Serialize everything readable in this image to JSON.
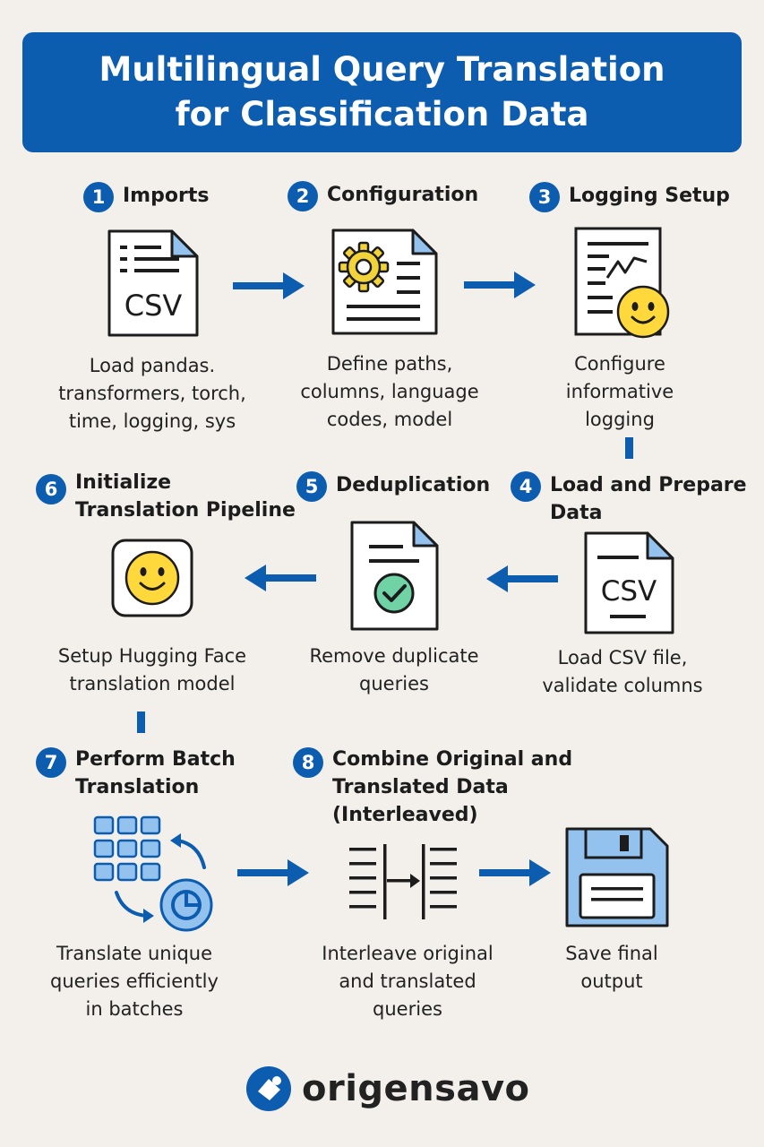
{
  "header": {
    "title_line1": "Multilingual Query Translation",
    "title_line2": "for Classification Data"
  },
  "steps": [
    {
      "number": "1",
      "title_lines": [
        "Imports"
      ],
      "desc_lines": [
        "Load pandas.",
        "transformers, torch,",
        "time, logging, sys"
      ],
      "icon": "csv-file-icon",
      "icon_text": "CSV"
    },
    {
      "number": "2",
      "title_lines": [
        "Configuration"
      ],
      "desc_lines": [
        "Define paths,",
        "columns, language",
        "codes, model"
      ],
      "icon": "config-gear-document-icon"
    },
    {
      "number": "3",
      "title_lines": [
        "Logging Setup"
      ],
      "desc_lines": [
        "Configure",
        "informative",
        "logging"
      ],
      "icon": "log-chart-document-icon"
    },
    {
      "number": "4",
      "title_lines": [
        "Load and Prepare",
        "Data"
      ],
      "desc_lines": [
        "Load CSV file,",
        "validate columns"
      ],
      "icon": "csv-file-icon",
      "icon_text": "CSV"
    },
    {
      "number": "5",
      "title_lines": [
        "Deduplication"
      ],
      "desc_lines": [
        "Remove duplicate",
        "queries"
      ],
      "icon": "checked-document-icon"
    },
    {
      "number": "6",
      "title_lines": [
        "Initialize",
        "Translation Pipeline"
      ],
      "desc_lines": [
        "Setup Hugging Face",
        "translation model"
      ],
      "icon": "hugging-face-icon"
    },
    {
      "number": "7",
      "title_lines": [
        "Perform Batch",
        "Translation"
      ],
      "desc_lines": [
        "Translate unique",
        "queries efficiently",
        "in batches"
      ],
      "icon": "batch-grid-cycle-icon"
    },
    {
      "number": "8",
      "title_lines": [
        "Combine Original and",
        "Translated Data",
        "(Interleaved)"
      ],
      "desc_lines": [
        "Interleave original",
        "and translated",
        "queries"
      ],
      "icon": "interleave-lists-icon"
    },
    {
      "number": "",
      "title_lines": [],
      "desc_lines": [
        "Save final",
        "output"
      ],
      "icon": "floppy-disk-icon"
    }
  ],
  "brand": {
    "name": "origensavo"
  },
  "colors": {
    "accent": "#0c5cb0",
    "background": "#f3f0eb",
    "gear": "#f2d33a",
    "face": "#ffd83b",
    "check": "#6fd3a6",
    "light_blue": "#93c2ef"
  }
}
